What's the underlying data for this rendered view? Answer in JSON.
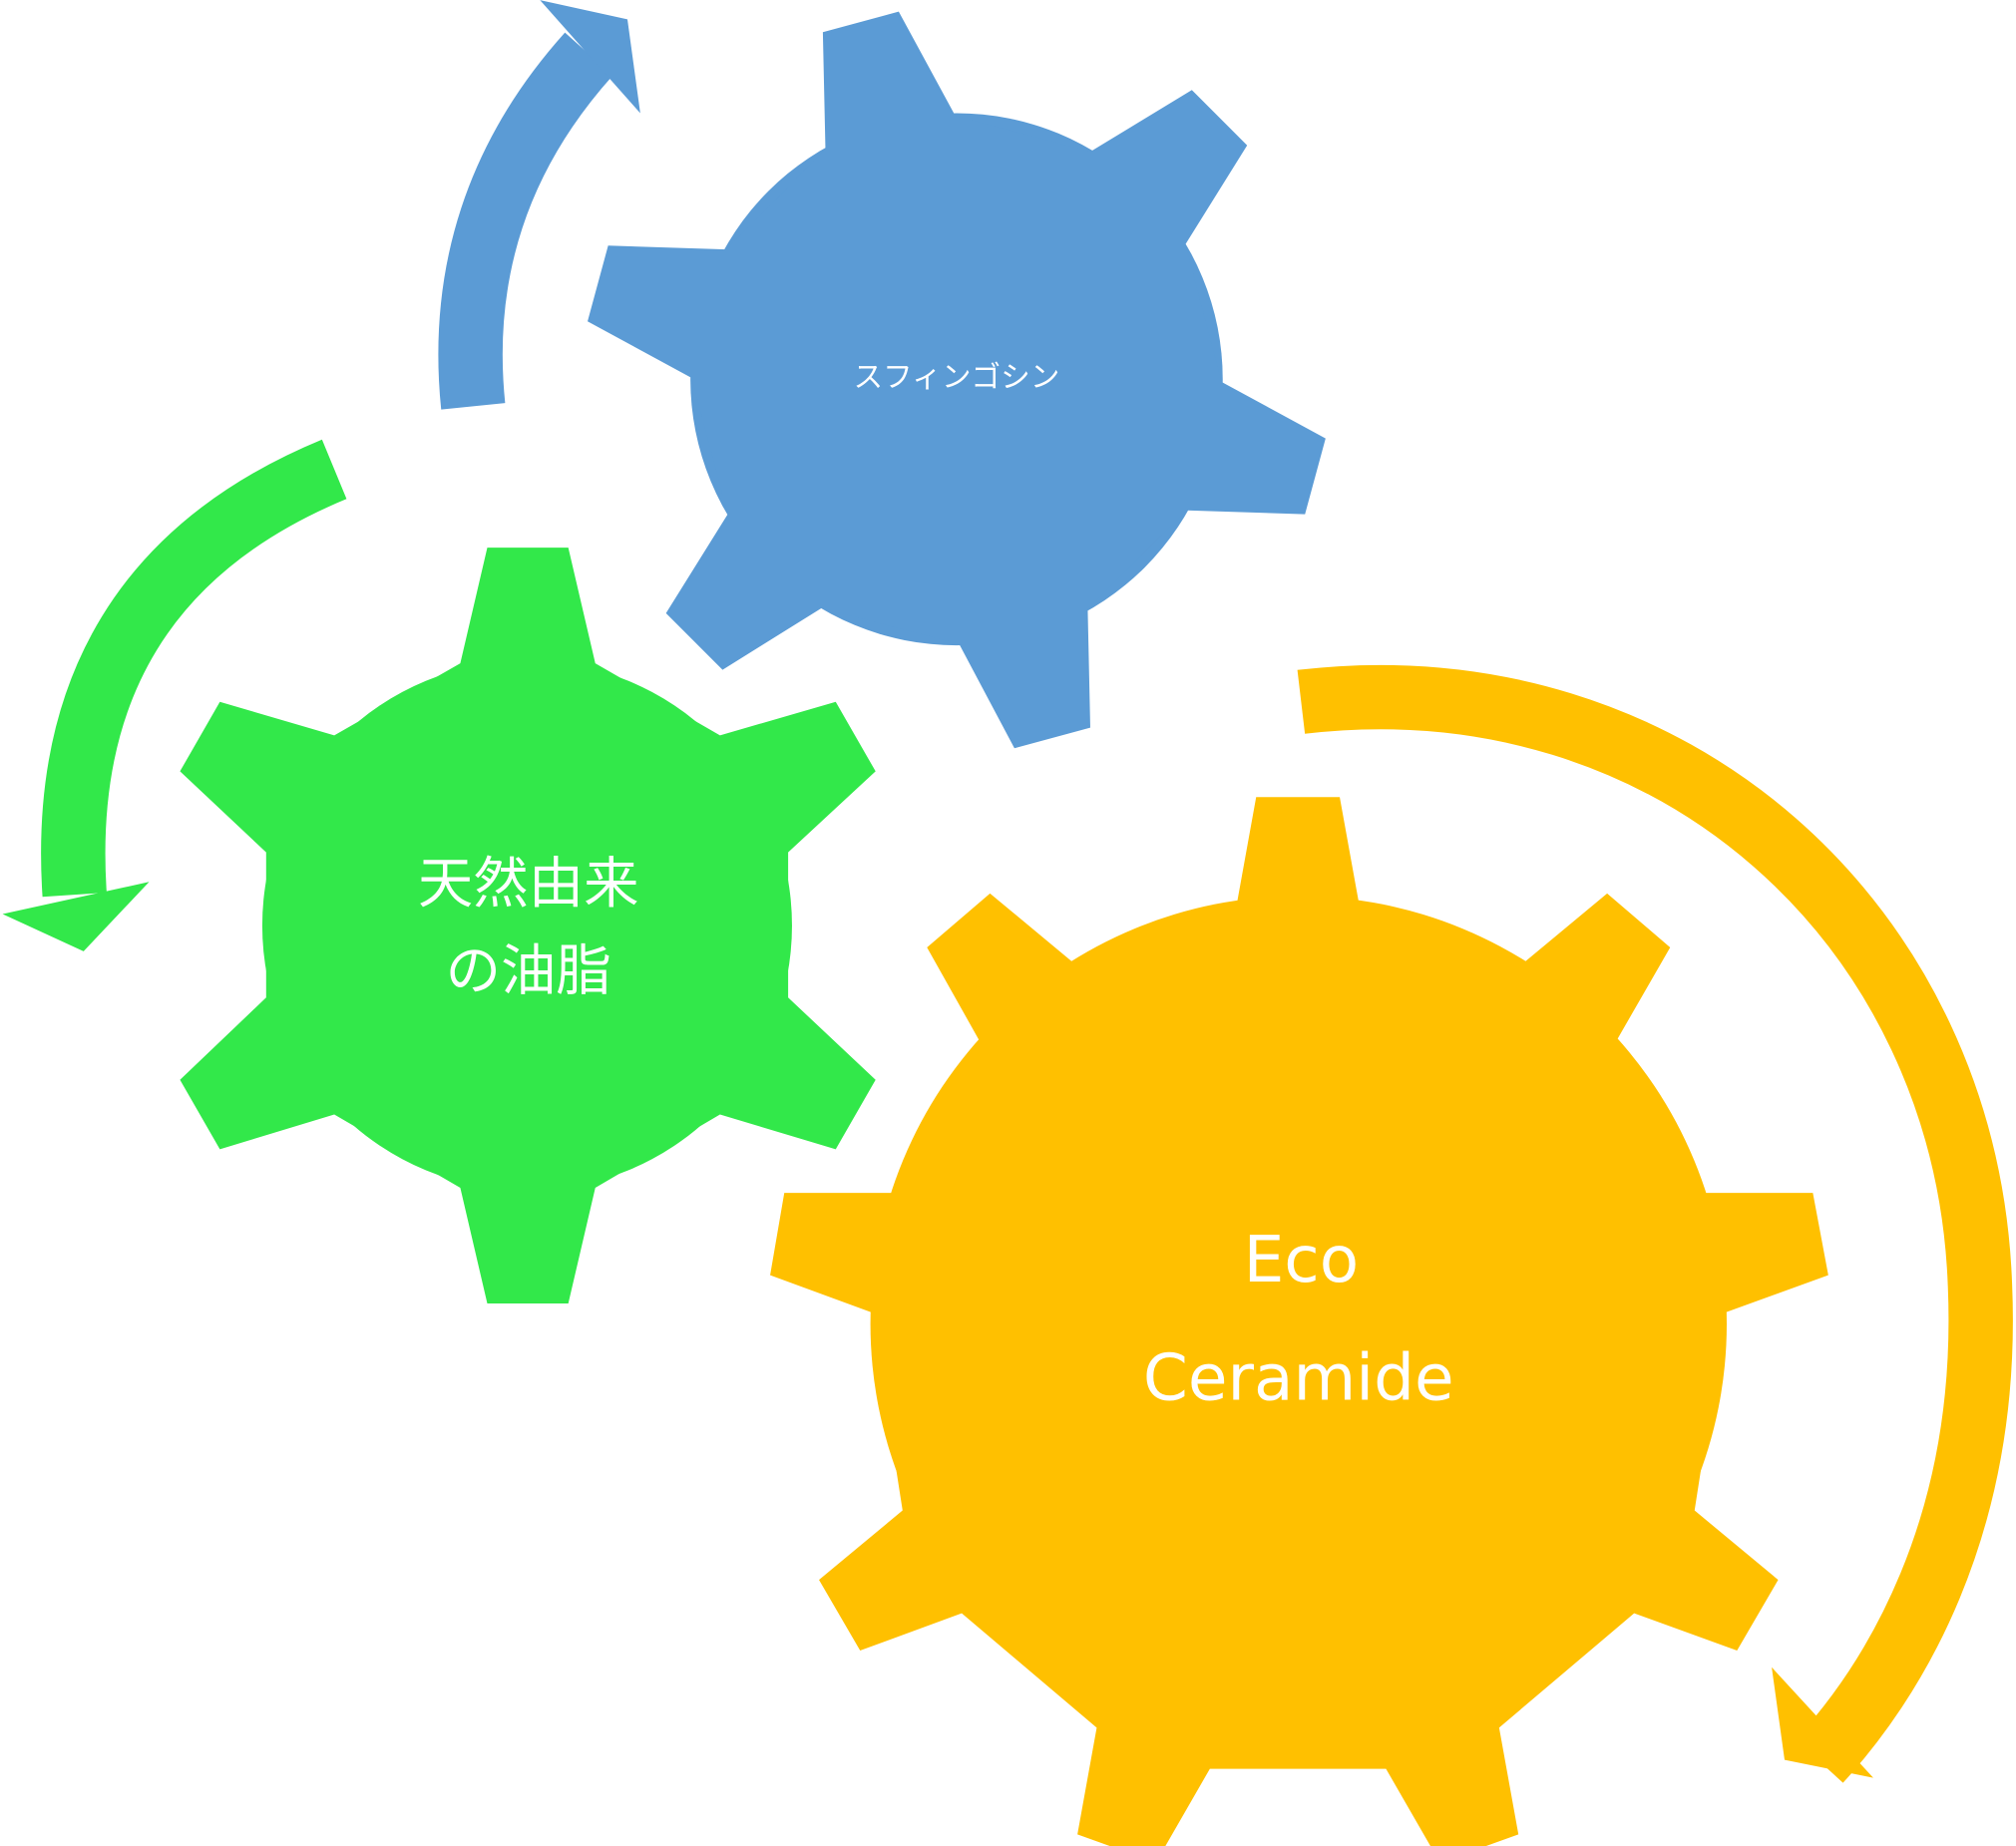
{
  "colors": {
    "blue": "#5B9BD5",
    "green": "#32E84A",
    "orange": "#FFC000",
    "text": "#FFFFFF"
  },
  "gears": {
    "blue": {
      "label": "スフィンゴシン"
    },
    "green": {
      "line1": "天然由来",
      "line2": "の油脂"
    },
    "orange": {
      "line1": "Eco",
      "line2": "Ceramide"
    }
  }
}
